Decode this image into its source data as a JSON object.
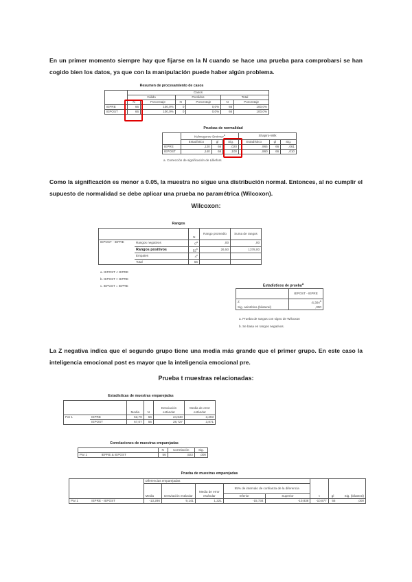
{
  "paragraphs": {
    "p1": "En un primer momento siempre hay que fijarse en la N cuando se hace una prueba para comprobarsi se han cogido bien los datos, ya que con la manipulación puede haber algún problema.",
    "p2": "Como la significación es menor a 0.05, la muestra no sigue una distribución normal. Entonces, al no cumplir el supuesto de normalidad se debe aplicar una prueba no paramétrica (Wilcoxon).",
    "p3": "La Z negativa indica que el segundo grupo tiene una media más grande que el primer grupo. En este caso la inteligencia emocional post es mayor que la inteligencia emocional pre."
  },
  "headings": {
    "wilcoxon": "Wilcoxon:",
    "ttest": "Prueba t muestras relacionadas:"
  },
  "case_summary": {
    "title": "Resumen de procesamiento de casos",
    "group_header": "Casos",
    "sub_headers": [
      "Válido",
      "Perdidos",
      "Total"
    ],
    "col_headers": [
      "N",
      "Porcentaje",
      "N",
      "Porcentaje",
      "N",
      "Porcentaje"
    ],
    "rows": [
      {
        "label": "IEPRE",
        "cells": [
          "66",
          "100,0%",
          "0",
          "0,0%",
          "66",
          "100,0%"
        ]
      },
      {
        "label": "IEPOST",
        "cells": [
          "66",
          "100,0%",
          "0",
          "0,0%",
          "66",
          "100,0%"
        ]
      }
    ]
  },
  "normality": {
    "title": "Pruebas de normalidad",
    "group_headers": [
      "Kolmogorov-Smirnov",
      "Shapiro-Wilk"
    ],
    "ks_sup": "a",
    "col_headers": [
      "Estadístico",
      "gl",
      "Sig.",
      "Estadístico",
      "gl",
      "Sig."
    ],
    "rows": [
      {
        "label": "IEPRE",
        "cells": [
          ",120",
          "66",
          ",020",
          ",965",
          "66",
          ",061"
        ]
      },
      {
        "label": "IEPOST",
        "cells": [
          ",140",
          "66",
          ",100",
          ",960",
          "66",
          ",010"
        ]
      }
    ],
    "footnote": "a. Corrección de significación de Lilliefors"
  },
  "ranks": {
    "title": "Rangos",
    "col_headers": [
      "N",
      "Rango promedio",
      "Suma de rangos"
    ],
    "row_group": "IEPOST - IEPRE",
    "rows": [
      {
        "label": "Rangos negativos",
        "n": "0",
        "sup": "a",
        "mean": ",00",
        "sum": ",00"
      },
      {
        "label": "Rangos positivos",
        "n": "52",
        "sup": "b",
        "mean": "26,50",
        "sum": "1378,00"
      },
      {
        "label": "Empates",
        "n": "4",
        "sup": "c",
        "mean": "",
        "sum": ""
      },
      {
        "label": "Total",
        "n": "56",
        "sup": "",
        "mean": "",
        "sum": ""
      }
    ],
    "footnotes": [
      "a. IEPOST < IEPRE",
      "b. IEPOST > IEPRE",
      "c. IEPOST = IEPRE"
    ]
  },
  "test_stats": {
    "title": "Estadísticos de prueba",
    "title_sup": "a",
    "col_header": "IEPOST - IEPRE",
    "rows": [
      {
        "label": "Z",
        "value": "-6,304",
        "sup": "b"
      },
      {
        "label": "Sig. asintótica (bilateral)",
        "value": ",000",
        "sup": ""
      }
    ],
    "footnotes": [
      "a. Prueba de rangos con signo de Wilcoxon",
      "b. Se basa en rangos negativos."
    ]
  },
  "paired_stats": {
    "title": "Estadísticas de muestras emparejadas",
    "col_headers": [
      "Media",
      "N",
      "Desviación estándar",
      "Media de error estándar"
    ],
    "pair_label": "Par 1",
    "rows": [
      {
        "label": "IEPRE",
        "cells": [
          "53,79",
          "56",
          "24,640",
          "3,293"
        ]
      },
      {
        "label": "IEPOST",
        "cells": [
          "67,07",
          "56",
          "28,727",
          "3,871"
        ]
      }
    ]
  },
  "paired_corr": {
    "title": "Correlaciones de muestras emparejadas",
    "col_headers": [
      "N",
      "Correlación",
      "Sig."
    ],
    "rows": [
      {
        "pair": "Par 1",
        "label": "IEPRE & IEPOST",
        "cells": [
          "56",
          ",923",
          ",000"
        ]
      }
    ]
  },
  "paired_test": {
    "title": "Prueba de muestras emparejadas",
    "group_header": "Diferencias emparejadas",
    "ci_header": "95% de intervalo de confianza de la diferencia",
    "col_headers": [
      "Media",
      "Desviación estándar",
      "Media de error estándar",
      "Inferior",
      "Superior",
      "t",
      "gl",
      "Sig. (bilateral)"
    ],
    "rows": [
      {
        "pair": "Par 1",
        "label": "IEPRE - IEPOST",
        "cells": [
          "-13,286",
          "9,141",
          "1,221",
          "-15,734",
          "-10,838",
          "-10,877",
          "55",
          ",000"
        ]
      }
    ]
  },
  "colors": {
    "highlight": "#e00000",
    "text": "#1a1a1a"
  }
}
